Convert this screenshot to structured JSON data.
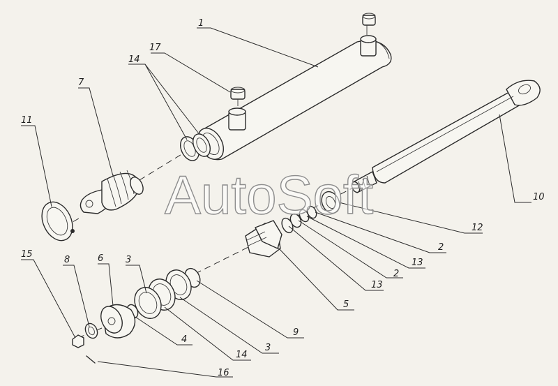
{
  "watermark": "AutoSoft",
  "colors": {
    "paper": "#f4f2ec",
    "ink": "#2b2b2b",
    "watermark_stroke": "#8d8d8d"
  },
  "labels": {
    "l1": "1",
    "l17": "17",
    "l14a": "14",
    "l7": "7",
    "l11": "11",
    "l10": "10",
    "l12": "12",
    "l2a": "2",
    "l13a": "13",
    "l2b": "2",
    "l13b": "13",
    "l5": "5",
    "l9": "9",
    "l3a": "3",
    "l14b": "14",
    "l4": "4",
    "l3b": "3",
    "l6": "6",
    "l8": "8",
    "l15": "15",
    "l16": "16"
  }
}
